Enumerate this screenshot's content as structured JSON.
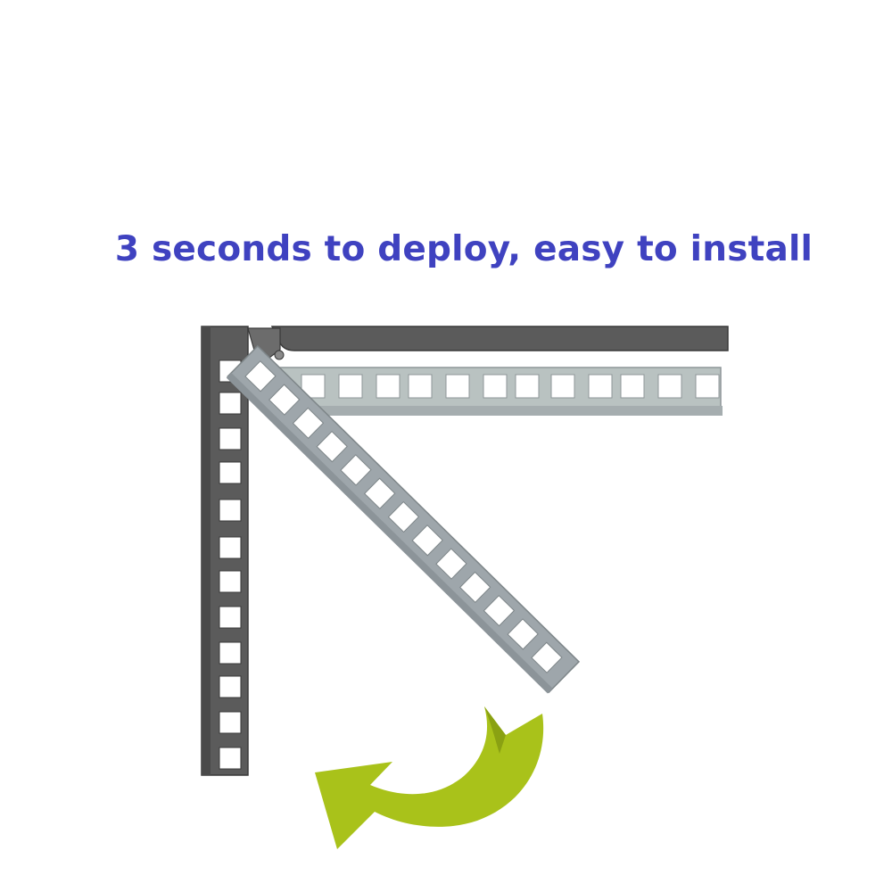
{
  "headline": {
    "text": "3 seconds to deploy, easy to install"
  },
  "colors": {
    "headline": "#3f42c0",
    "rack_post": "#5b5b5b",
    "rack_post_edge": "#3a3a3a",
    "rail_light": "#b9c2c1",
    "rail_mid": "#9ea6ab",
    "arrow": "#a9c21a",
    "arrow_shadow": "#8aa112",
    "hole": "#ffffff"
  },
  "icons": {
    "arrow": "curved-rotation-arrow-icon",
    "post": "rack-post",
    "rail_fixed": "rack-rail-horizontal",
    "rail_swing": "rack-rail-swinging"
  }
}
